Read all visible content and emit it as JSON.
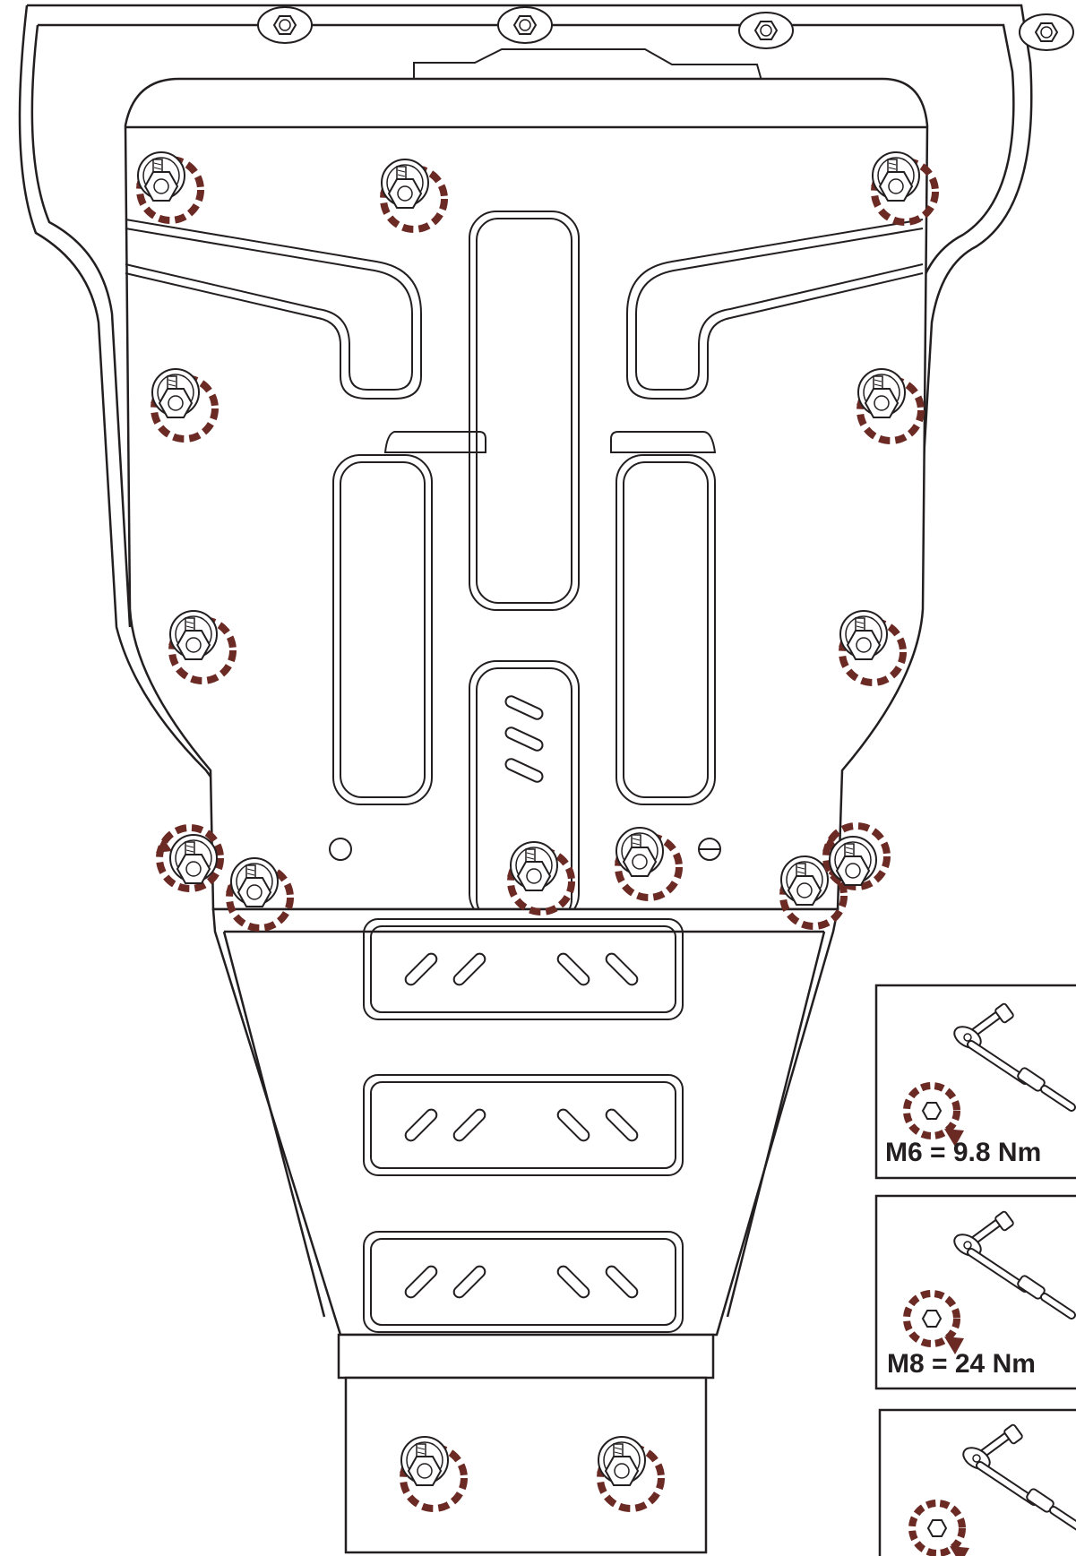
{
  "colors": {
    "line": "#231f20",
    "arrow": "#6b2a24",
    "paper": "#ffffff"
  },
  "torque_specs": [
    {
      "bolt": "M6",
      "label": "M6 =  9.8 Nm"
    },
    {
      "bolt": "M8",
      "label": "M8 =  24  Nm"
    },
    {
      "bolt": "",
      "label": ""
    }
  ],
  "icons": {
    "bolt": "hex-bolt-icon",
    "tighten": "tighten-arrow-icon",
    "wrench": "torque-wrench-icon"
  }
}
